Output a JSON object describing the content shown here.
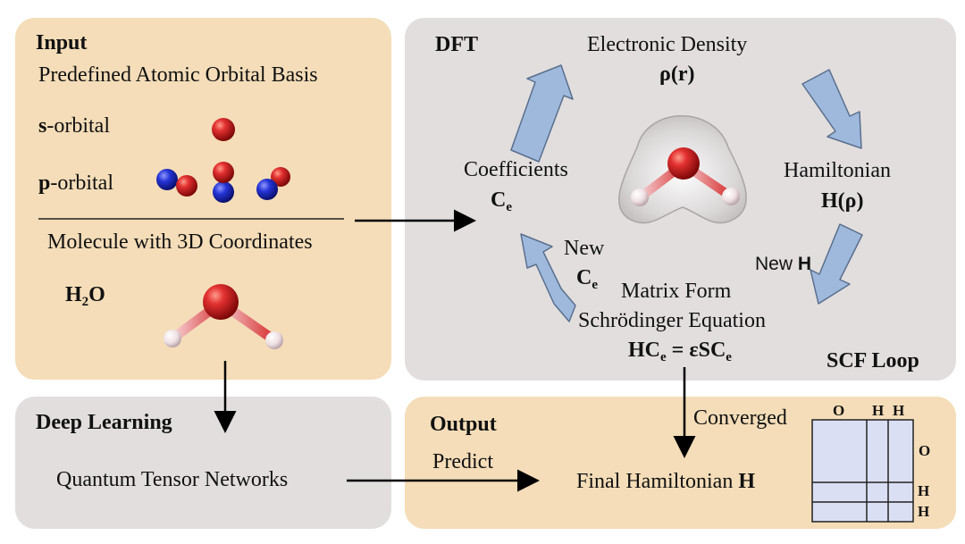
{
  "input": {
    "title": "Input",
    "basis_label": "Predefined Atomic Orbital Basis",
    "s_orbital": {
      "bold": "s",
      "rest": "-orbital"
    },
    "p_orbital": {
      "bold": "p",
      "rest": "-orbital"
    },
    "molecule_label": "Molecule with 3D Coordinates",
    "formula": {
      "main": "H",
      "sub": "2",
      "tail": "O"
    }
  },
  "dft": {
    "title": "DFT",
    "density_label": "Electronic Density",
    "density_symbol": "ρ(r)",
    "hamiltonian_label": "Hamiltonian",
    "hamiltonian_symbol": "H(ρ)",
    "new_h": {
      "text": "New ",
      "bold": "H"
    },
    "coefficients_label": "Coefficients",
    "coeff_symbol": {
      "main": "C",
      "sub": "e"
    },
    "new_c_label": "New",
    "new_c_symbol": {
      "main": "C",
      "sub": "e"
    },
    "matrix_label_1": "Matrix Form",
    "matrix_label_2": "Schrödinger Equation",
    "equation": {
      "p1": "HC",
      "s1": "e",
      "p2": " = εSC",
      "s2": "e"
    },
    "scf_label": "SCF Loop"
  },
  "deep_learning": {
    "title": "Deep Learning",
    "network_label": "Quantum Tensor Networks"
  },
  "output": {
    "title": "Output",
    "predict_label": "Predict",
    "converged_label": "Converged",
    "final_label": "Final Hamiltonian ",
    "final_symbol": "H",
    "matrix_col_labels": [
      "O",
      "H",
      "H"
    ],
    "matrix_row_labels": [
      "O",
      "H",
      "H"
    ]
  },
  "colors": {
    "panel_beige": "#f4ddb8",
    "panel_gray": "#e1dedd",
    "cycle_arrow": "#9fb9dd",
    "oxygen_red": "#d42020",
    "hydrogen_pink": "#f0e4e6",
    "orbital_blue": "#1f2ccc",
    "matrix_fill": "#dbdff4"
  }
}
